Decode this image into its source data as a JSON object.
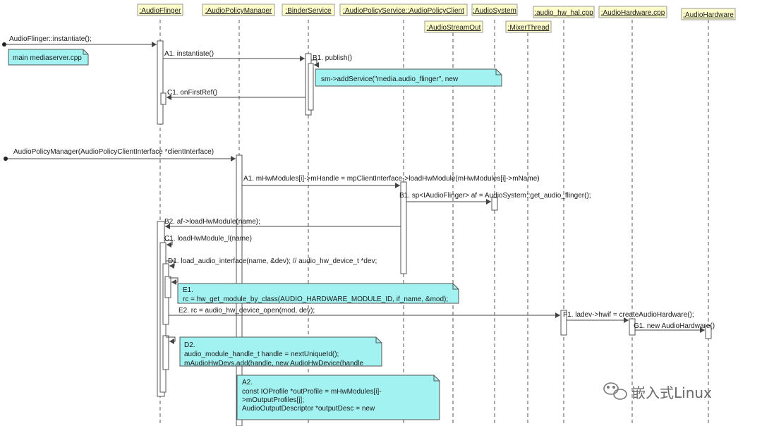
{
  "participants": [
    {
      "id": "af",
      "label": ":AudioFlinger"
    },
    {
      "id": "apm",
      "label": ":AudioPolicyManager"
    },
    {
      "id": "bs",
      "label": ":BinderService"
    },
    {
      "id": "apsc",
      "label": ":AudioPolicyService::AudioPolicyClient"
    },
    {
      "id": "aso",
      "label": ":AudioStreamOut"
    },
    {
      "id": "as",
      "label": ":AudioSystem"
    },
    {
      "id": "mt",
      "label": ":MixerThread"
    },
    {
      "id": "hal",
      "label": ":audio_hw_hal.cpp"
    },
    {
      "id": "ahcpp",
      "label": ":AudioHardware.cpp"
    },
    {
      "id": "ah",
      "label": ":AudioHardware"
    }
  ],
  "messages": [
    {
      "id": "m1",
      "label": "AudioFlinger::instantiate();"
    },
    {
      "id": "m2",
      "label": "A1. instantiate()"
    },
    {
      "id": "m3",
      "label": "B1. publish()"
    },
    {
      "id": "m4",
      "label": "C1. onFirstRef()"
    },
    {
      "id": "m5",
      "label": "AudioPolicyManager(AudioPolicyClientInterface *clientInterface)"
    },
    {
      "id": "m6",
      "label": "A1. mHwModules[i]->mHandle = mpClientInterface->loadHwModule(mHwModules[i]->mName)"
    },
    {
      "id": "m7",
      "label": "B1. sp<IAudioFlinger> af = AudioSystem::get_audio_flinger();"
    },
    {
      "id": "m8",
      "label": "B2. af->loadHwModule(name);"
    },
    {
      "id": "m9",
      "label": "C1. loadHwModule_l(name)"
    },
    {
      "id": "m10",
      "label": "D1. load_audio_interface(name, &dev); // audio_hw_device_t *dev;"
    },
    {
      "id": "m11",
      "label": "E2. rc = audio_hw_device_open(mod, dev);"
    },
    {
      "id": "m12",
      "label": "F1. ladev->hwif = createAudioHardware();"
    },
    {
      "id": "m13",
      "label": "G1. new AudioHardware()"
    }
  ],
  "notes": [
    {
      "id": "n1",
      "lines": [
        "main  mediaserver.cpp"
      ]
    },
    {
      "id": "n2",
      "lines": [
        "sm->addService(\"media.audio_flinger\", new"
      ]
    },
    {
      "id": "n3",
      "lines": [
        "E1.",
        "rc = hw_get_module_by_class(AUDIO_HARDWARE_MODULE_ID, if_name, &mod);"
      ]
    },
    {
      "id": "n4",
      "lines": [
        "D2.",
        "audio_module_handle_t handle = nextUniqueId();",
        "mAudioHwDevs.add(handle, new AudioHwDevice(handle"
      ]
    },
    {
      "id": "n5",
      "lines": [
        "A2.",
        "const IOProfile *outProfile = mHwModules[i]-",
        ">mOutputProfiles[j];",
        "AudioOutputDescriptor *outputDesc = new"
      ]
    }
  ],
  "watermark": "嵌入式Linux",
  "colors": {
    "note_fill": "#a3f2f2",
    "header_fill": "#ffffcc",
    "activation_fill": "#ffffff",
    "line": "#444444"
  }
}
